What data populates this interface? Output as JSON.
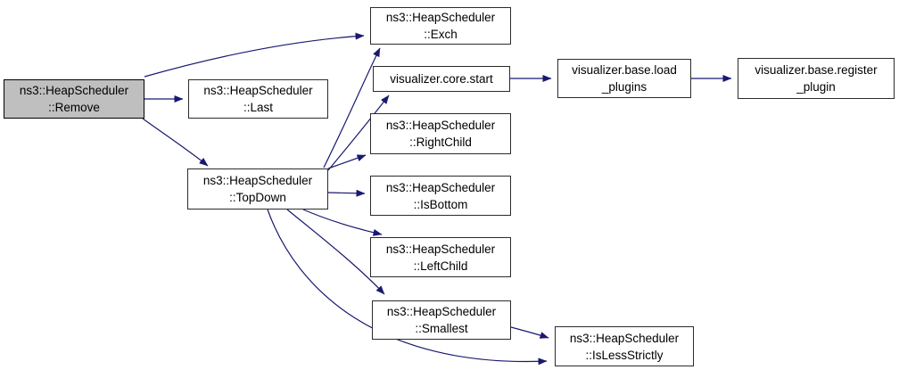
{
  "diagram": {
    "type": "call-graph",
    "nodes": [
      {
        "id": "remove",
        "lines": [
          "ns3::HeapScheduler",
          "::Remove"
        ],
        "highlighted": true
      },
      {
        "id": "last",
        "lines": [
          "ns3::HeapScheduler",
          "::Last"
        ],
        "highlighted": false
      },
      {
        "id": "exch",
        "lines": [
          "ns3::HeapScheduler",
          "::Exch"
        ],
        "highlighted": false
      },
      {
        "id": "topdown",
        "lines": [
          "ns3::HeapScheduler",
          "::TopDown"
        ],
        "highlighted": false
      },
      {
        "id": "start",
        "lines": [
          "visualizer.core.start"
        ],
        "highlighted": false
      },
      {
        "id": "load-plugins",
        "lines": [
          "visualizer.base.load",
          "_plugins"
        ],
        "highlighted": false
      },
      {
        "id": "register-plugin",
        "lines": [
          "visualizer.base.register",
          "_plugin"
        ],
        "highlighted": false
      },
      {
        "id": "rightchild",
        "lines": [
          "ns3::HeapScheduler",
          "::RightChild"
        ],
        "highlighted": false
      },
      {
        "id": "isbottom",
        "lines": [
          "ns3::HeapScheduler",
          "::IsBottom"
        ],
        "highlighted": false
      },
      {
        "id": "leftchild",
        "lines": [
          "ns3::HeapScheduler",
          "::LeftChild"
        ],
        "highlighted": false
      },
      {
        "id": "smallest",
        "lines": [
          "ns3::HeapScheduler",
          "::Smallest"
        ],
        "highlighted": false
      },
      {
        "id": "islessstrictly",
        "lines": [
          "ns3::HeapScheduler",
          "::IsLessStrictly"
        ],
        "highlighted": false
      }
    ],
    "edges": [
      {
        "from": "remove",
        "to": "exch"
      },
      {
        "from": "remove",
        "to": "last"
      },
      {
        "from": "remove",
        "to": "topdown"
      },
      {
        "from": "topdown",
        "to": "exch"
      },
      {
        "from": "topdown",
        "to": "start"
      },
      {
        "from": "topdown",
        "to": "rightchild"
      },
      {
        "from": "topdown",
        "to": "isbottom"
      },
      {
        "from": "topdown",
        "to": "leftchild"
      },
      {
        "from": "topdown",
        "to": "smallest"
      },
      {
        "from": "topdown",
        "to": "islessstrictly"
      },
      {
        "from": "smallest",
        "to": "islessstrictly"
      },
      {
        "from": "start",
        "to": "load-plugins"
      },
      {
        "from": "load-plugins",
        "to": "register-plugin"
      }
    ],
    "colors": {
      "edge": "#191970",
      "node_border": "#2b2b2b",
      "node_fill": "#ffffff",
      "highlight_fill": "#bfbfbf",
      "text": "#000000",
      "background": "#ffffff"
    }
  }
}
